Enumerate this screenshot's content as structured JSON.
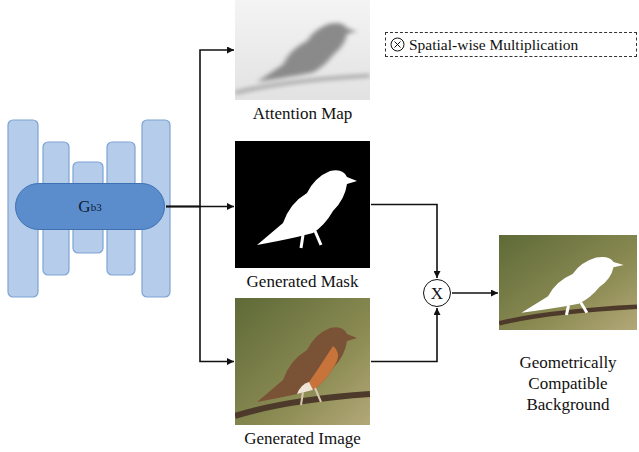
{
  "diagram": {
    "nodes": [
      {
        "text": [
          "G",
          "b3"
        ]
      },
      {
        "text": [
          "Attention Map"
        ]
      },
      {
        "text": [
          "Generated Mask"
        ]
      },
      {
        "text": [
          "Generated Image"
        ]
      },
      {
        "text": [
          "X"
        ]
      },
      {
        "text": [
          "Geometrically Compatible Background"
        ]
      }
    ],
    "edges": [
      {
        "from": 0,
        "to": 1,
        "arrow": "to"
      },
      {
        "from": 0,
        "to": 2,
        "arrow": "to"
      },
      {
        "from": 0,
        "to": 3,
        "arrow": "to"
      },
      {
        "from": 2,
        "to": 4,
        "arrow": "to"
      },
      {
        "from": 3,
        "to": 4,
        "arrow": "to"
      },
      {
        "from": 4,
        "to": 5,
        "arrow": "to"
      }
    ],
    "legend": [
      {
        "text": "Spatial-wise Multiplication"
      }
    ]
  }
}
